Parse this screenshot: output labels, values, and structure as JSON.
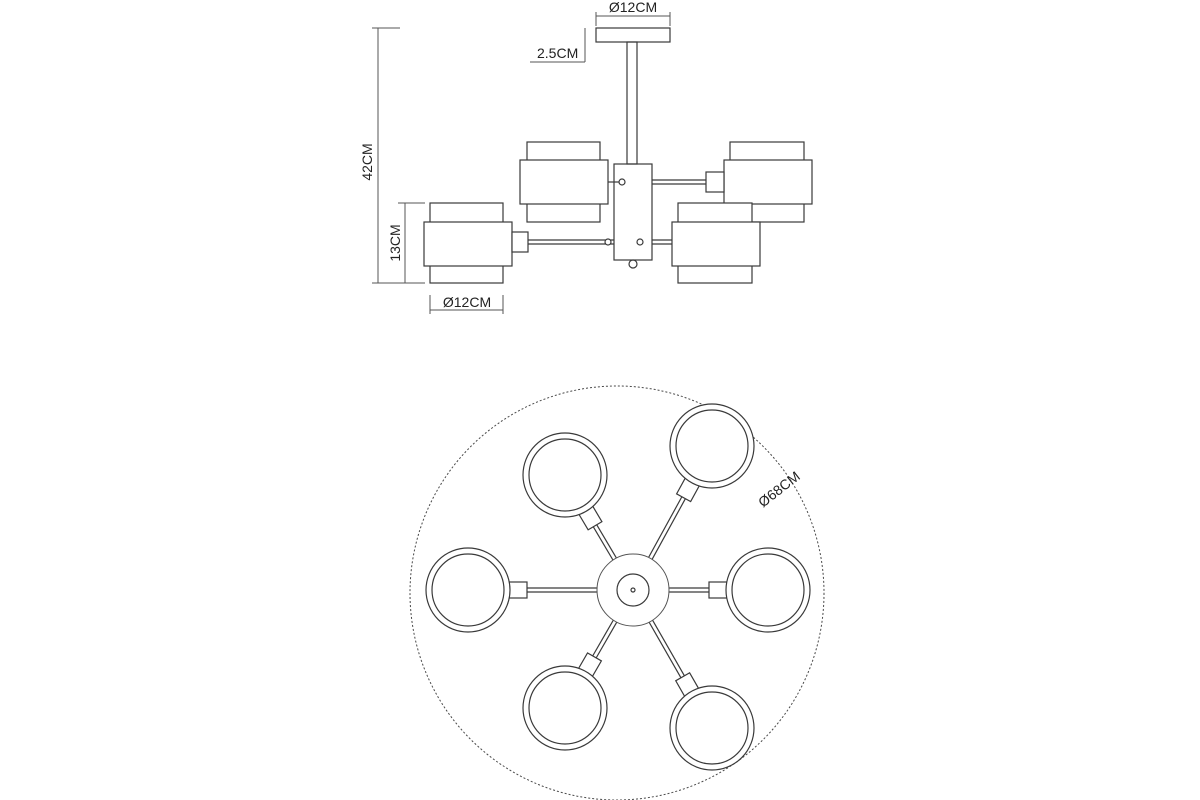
{
  "side_view": {
    "canopy_diameter": "Ø12CM",
    "canopy_height": "2.5CM",
    "total_height": "42CM",
    "shade_height": "13CM",
    "shade_diameter": "Ø12CM"
  },
  "top_view": {
    "overall_diameter": "Ø68CM",
    "arm_count": 6
  },
  "colors": {
    "line": "#3a3a3a",
    "background": "#ffffff"
  }
}
